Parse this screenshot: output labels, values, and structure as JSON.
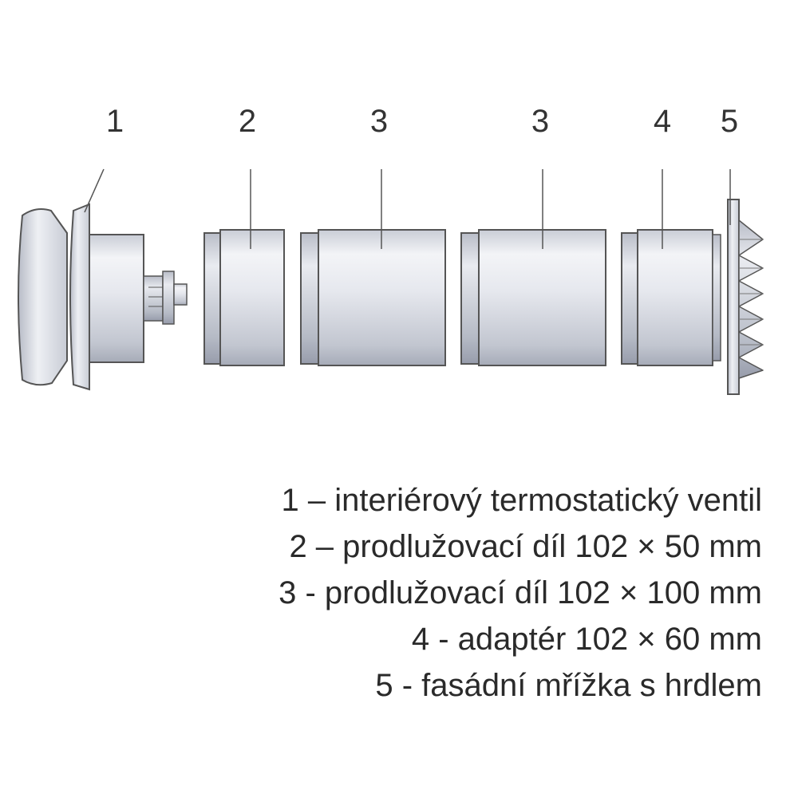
{
  "callouts": [
    {
      "label": "1",
      "part": "interior-valve"
    },
    {
      "label": "2",
      "part": "extension-50"
    },
    {
      "label": "3",
      "part": "extension-100-a"
    },
    {
      "label": "3",
      "part": "extension-100-b"
    },
    {
      "label": "4",
      "part": "adapter-60"
    },
    {
      "label": "5",
      "part": "facade-grille"
    }
  ],
  "legend": [
    "1 – interiérový termostatický ventil",
    "2 – prodlužovací díl 102 × 50 mm",
    "3 - prodlužovací díl 102 × 100 mm",
    "4 - adaptér 102 × 60 mm",
    "5 - fasádní mřížka s hrdlem"
  ],
  "colors": {
    "line": "#555555",
    "part_light": "#f4f5f8",
    "part_mid": "#d6d9e1",
    "part_dark": "#9ea3b0"
  }
}
